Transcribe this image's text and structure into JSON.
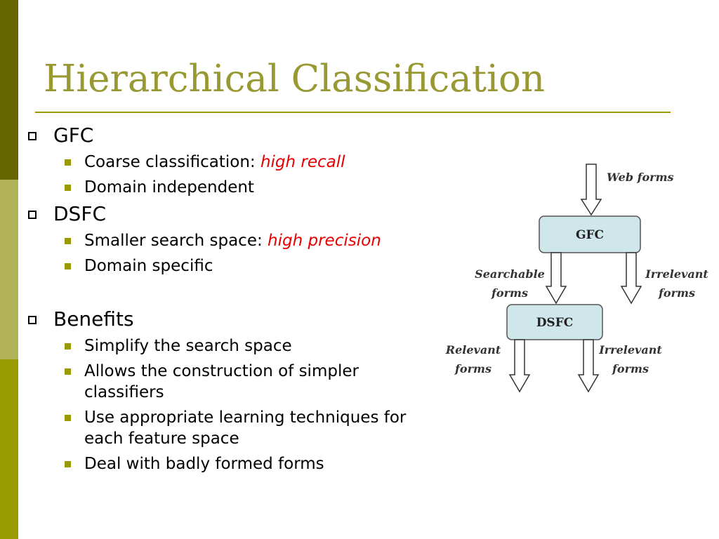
{
  "title": "Hierarchical Classification",
  "sections": [
    {
      "heading": "GFC",
      "items": [
        {
          "text": "Coarse classification: ",
          "emphasis": "high recall"
        },
        {
          "text": "Domain independent",
          "emphasis": ""
        }
      ]
    },
    {
      "heading": "DSFC",
      "items": [
        {
          "text": "Smaller search space: ",
          "emphasis": "high precision"
        },
        {
          "text": "Domain specific",
          "emphasis": ""
        }
      ]
    },
    {
      "heading": "Benefits",
      "items": [
        {
          "text": "Simplify the search space",
          "emphasis": ""
        },
        {
          "text": "Allows the construction of simpler classifiers",
          "emphasis": ""
        },
        {
          "text": "Use appropriate learning techniques for each feature space",
          "emphasis": ""
        },
        {
          "text": "Deal with badly formed forms",
          "emphasis": ""
        }
      ]
    }
  ],
  "diagram": {
    "input_label": "Web forms",
    "box1": "GFC",
    "box1_left_out": [
      "Searchable",
      "forms"
    ],
    "box1_right_out": [
      "Irrelevant",
      "forms"
    ],
    "box2": "DSFC",
    "box2_left_out": [
      "Relevant",
      "forms"
    ],
    "box2_right_out": [
      "Irrelevant",
      "forms"
    ]
  },
  "colors": {
    "accent": "#999900",
    "title": "#999933",
    "emphasis": "#e60000",
    "box_fill": "#cfe6ea"
  }
}
